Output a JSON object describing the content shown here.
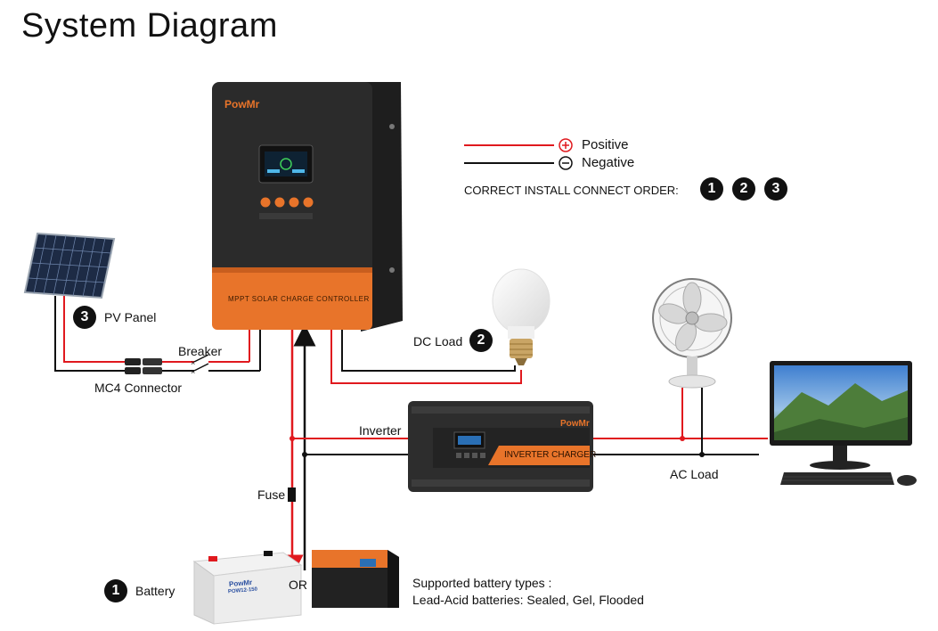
{
  "title": "System Diagram",
  "legend": {
    "positive": "Positive",
    "negative": "Negative",
    "order_label": "CORRECT INSTALL CONNECT ORDER:",
    "order_steps": [
      "1",
      "2",
      "3"
    ]
  },
  "controller": {
    "brand": "PowMr",
    "label": "MPPT SOLAR CHARGE CONTROLLER"
  },
  "inverter": {
    "brand": "PowMr",
    "label": "INVERTER CHARGER"
  },
  "battery_brand": "PowMr",
  "battery_model": "POW12-150",
  "labels": {
    "pv_panel": "PV Panel",
    "pv_step": "3",
    "breaker": "Breaker",
    "mc4": "MC4 Connector",
    "dc_load": "DC Load",
    "dc_step": "2",
    "inverter": "Inverter",
    "ac_load": "AC Load",
    "fuse": "Fuse",
    "battery": "Battery",
    "battery_step": "1",
    "or": "OR"
  },
  "supported": {
    "title": "Supported battery types :",
    "text": "Lead-Acid batteries: Sealed, Gel, Flooded"
  },
  "colors": {
    "positive_wire": "#e0191e",
    "negative_wire": "#111111",
    "accent_orange": "#e8742a",
    "device_dark": "#2b2b2b"
  }
}
